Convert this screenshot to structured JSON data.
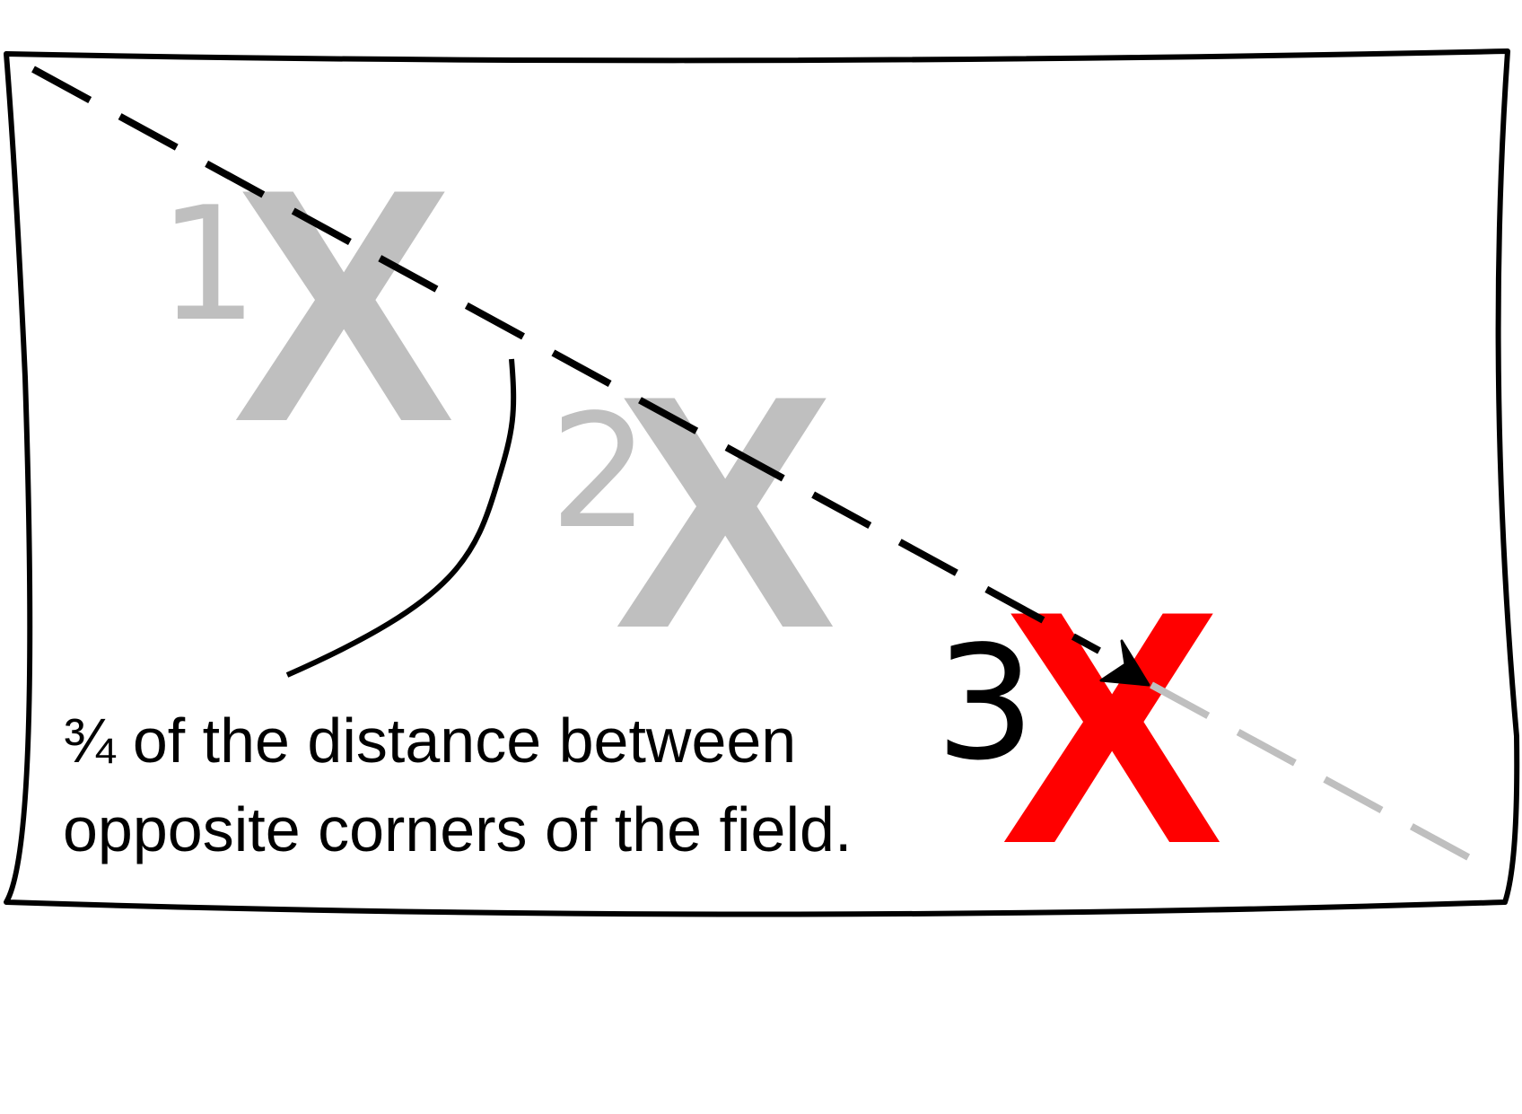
{
  "diagram": {
    "markers": [
      {
        "number": "1",
        "letter": "X",
        "color": "#bfbfbf",
        "number_color": "#bfbfbf"
      },
      {
        "number": "2",
        "letter": "X",
        "color": "#bfbfbf",
        "number_color": "#bfbfbf"
      },
      {
        "number": "3",
        "letter": "X",
        "color": "#ff0000",
        "number_color": "#000000"
      }
    ],
    "caption": {
      "line1": "¾  of the distance between",
      "line2": "opposite corners of the field."
    },
    "colors": {
      "outline": "#000000",
      "faded_path": "#bfbfbf",
      "target": "#ff0000",
      "previous": "#bfbfbf"
    }
  }
}
